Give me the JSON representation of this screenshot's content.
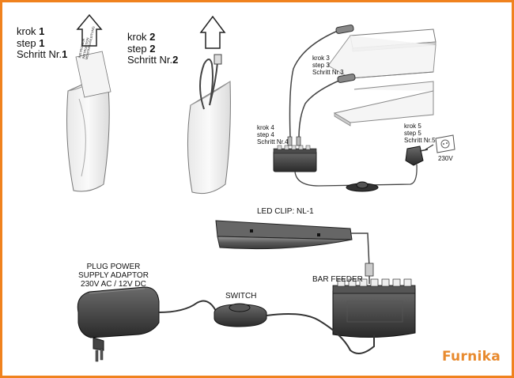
{
  "step1": {
    "l1": "krok ",
    "n1": "1",
    "l2": "step ",
    "n2": "1",
    "l3": "Schritt Nr.",
    "n3": "1"
  },
  "step2": {
    "l1": "krok ",
    "n1": "2",
    "l2": "step ",
    "n2": "2",
    "l3": "Schritt Nr.",
    "n3": "2"
  },
  "step3": {
    "l1": "krok 3",
    "l2": "step 3",
    "l3": "Schritt Nr.3"
  },
  "step4": {
    "l1": "krok 4",
    "l2": "step 4",
    "l3": "Schritt Nr.4"
  },
  "step5": {
    "l1": "krok 5",
    "l2": "step 5",
    "l3": "Schritt Nr.5"
  },
  "voltage": "230V",
  "instruction_sheet": {
    "l1": "INSTRUKCJA",
    "l2": "INSTRUCTION",
    "l3": "MONTAGEANLEITUNG"
  },
  "components": {
    "led_clip": "LED CLIP: NL-1",
    "plug_power": {
      "l1": "PLUG POWER",
      "l2": "SUPPLY ADAPTOR",
      "l3": "230V AC / 12V DC"
    },
    "switch": "SWITCH",
    "bar_feeder": "BAR FEEDER"
  },
  "brand": "Furnika",
  "colors": {
    "frame": "#f0821e",
    "brand": "#e88a2e",
    "device": "#3a3a3a"
  }
}
